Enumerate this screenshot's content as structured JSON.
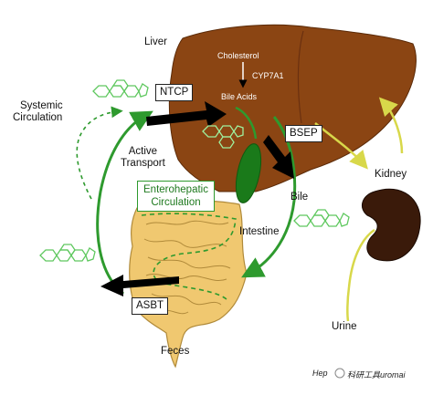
{
  "labels": {
    "liver": "Liver",
    "cholesterol": "Cholesterol",
    "cyp7a1": "CYP7A1",
    "bile_acids": "Bile Acids",
    "ntcp": "NTCP",
    "bsep": "BSEP",
    "systemic_line1": "Systemic",
    "systemic_line2": "Circulation",
    "active_line1": "Active",
    "active_line2": "Transport",
    "ehc_line1": "Enterohepatic",
    "ehc_line2": "Circulation",
    "bile": "Bile",
    "intestine": "Intestine",
    "kidney": "Kidney",
    "asbt": "ASBT",
    "feces": "Feces",
    "urine": "Urine",
    "watermark_left": "Hep",
    "watermark_right": "科研工具uromai"
  },
  "colors": {
    "liver": "#8b4513",
    "gallbladder": "#1a7a1a",
    "intestine": "#f0c870",
    "intestine_outline": "#b08a3a",
    "green_arrow": "#2e9a2e",
    "yellow_arrow": "#d8d84a",
    "kidney": "#3a1a0a",
    "molecule": "#5fc85f"
  }
}
